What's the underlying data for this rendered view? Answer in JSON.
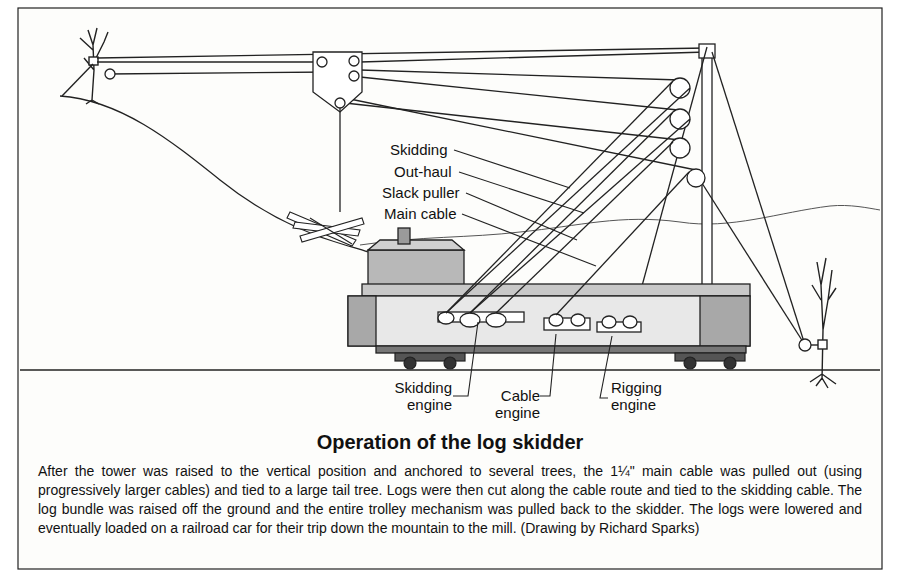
{
  "diagram": {
    "title": "Operation of the log skidder",
    "caption": "After the tower was raised to the vertical position and anchored to several trees, the 1¼\" main cable was pulled out (using progressively larger cables) and tied to a large tail tree. Logs were then cut along the cable route and tied to the skidding cable. The log bundle was raised off the ground and the entire trolley mechanism was pulled back to the skidder. The logs were lowered and eventually loaded on a railroad car for their trip down the mountain to the mill. (Drawing by Richard Sparks)",
    "labels": [
      "Skidding",
      "Out-haul",
      "Slack puller",
      "Main cable",
      "Skidding engine",
      "Cable engine",
      "Rigging engine"
    ]
  }
}
